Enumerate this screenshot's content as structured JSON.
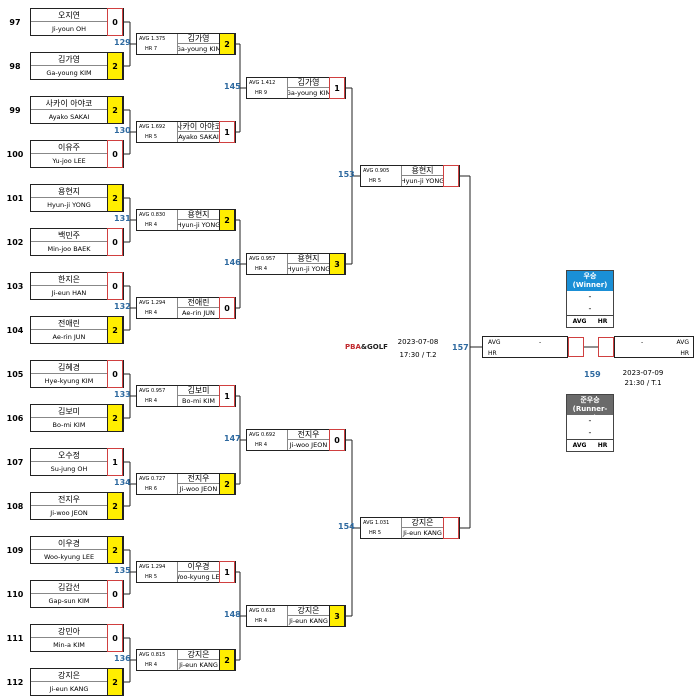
{
  "round1": [
    {
      "seed": "97",
      "name": "오지연",
      "ename": "Ji-youn OH",
      "score": "0",
      "winner": false
    },
    {
      "seed": "98",
      "name": "김가영",
      "ename": "Ga-young KIM",
      "score": "2",
      "winner": true
    },
    {
      "seed": "99",
      "name": "사카이 아야코",
      "ename": "Ayako SAKAI",
      "score": "2",
      "winner": true
    },
    {
      "seed": "100",
      "name": "이유주",
      "ename": "Yu-joo LEE",
      "score": "0",
      "winner": false
    },
    {
      "seed": "101",
      "name": "용현지",
      "ename": "Hyun-ji YONG",
      "score": "2",
      "winner": true
    },
    {
      "seed": "102",
      "name": "백민주",
      "ename": "Min-joo BAEK",
      "score": "0",
      "winner": false
    },
    {
      "seed": "103",
      "name": "한지은",
      "ename": "Ji-eun HAN",
      "score": "0",
      "winner": false
    },
    {
      "seed": "104",
      "name": "전애린",
      "ename": "Ae-rin JUN",
      "score": "2",
      "winner": true
    },
    {
      "seed": "105",
      "name": "김혜경",
      "ename": "Hye-kyung KIM",
      "score": "0",
      "winner": false
    },
    {
      "seed": "106",
      "name": "김보미",
      "ename": "Bo-mi KIM",
      "score": "2",
      "winner": true
    },
    {
      "seed": "107",
      "name": "오수정",
      "ename": "Su-jung OH",
      "score": "1",
      "winner": false
    },
    {
      "seed": "108",
      "name": "전지우",
      "ename": "Ji-woo JEON",
      "score": "2",
      "winner": true
    },
    {
      "seed": "109",
      "name": "이우경",
      "ename": "Woo-kyung LEE",
      "score": "2",
      "winner": true
    },
    {
      "seed": "110",
      "name": "김갑선",
      "ename": "Gap-sun KIM",
      "score": "0",
      "winner": false
    },
    {
      "seed": "111",
      "name": "강민아",
      "ename": "Min-a KIM",
      "score": "0",
      "winner": false
    },
    {
      "seed": "112",
      "name": "강지은",
      "ename": "Ji-eun KANG",
      "score": "2",
      "winner": true
    }
  ],
  "round2": [
    {
      "match": "129",
      "avg": "AVG 1.375",
      "hr": "HR 7",
      "name": "김가영",
      "ename": "Ga-young KIM",
      "score": "2",
      "winner": true
    },
    {
      "match": "130",
      "avg": "AVG 1.692",
      "hr": "HR 5",
      "name": "사카이 아야코",
      "ename": "Ayako SAKAI",
      "score": "1",
      "winner": false
    },
    {
      "match": "131",
      "avg": "AVG 0.830",
      "hr": "HR 4",
      "name": "용현지",
      "ename": "Hyun-ji YONG",
      "score": "2",
      "winner": true
    },
    {
      "match": "132",
      "avg": "AVG 1.294",
      "hr": "HR 4",
      "name": "전애린",
      "ename": "Ae-rin JUN",
      "score": "0",
      "winner": false
    },
    {
      "match": "133",
      "avg": "AVG 0.957",
      "hr": "HR 4",
      "name": "김보미",
      "ename": "Bo-mi KIM",
      "score": "1",
      "winner": false
    },
    {
      "match": "134",
      "avg": "AVG 0.727",
      "hr": "HR 6",
      "name": "전지우",
      "ename": "Ji-woo JEON",
      "score": "2",
      "winner": true
    },
    {
      "match": "135",
      "avg": "AVG 1.294",
      "hr": "HR 5",
      "name": "이우경",
      "ename": "Woo-kyung LEE",
      "score": "1",
      "winner": false
    },
    {
      "match": "136",
      "avg": "AVG 0.815",
      "hr": "HR 4",
      "name": "강지은",
      "ename": "Ji-eun KANG",
      "score": "2",
      "winner": true
    }
  ],
  "round3": [
    {
      "match": "145",
      "avg": "AVG 1.412",
      "hr": "HR 9",
      "name": "김가영",
      "ename": "Ga-young KIM",
      "score": "1",
      "winner": false
    },
    {
      "match": "146",
      "avg": "AVG 0.957",
      "hr": "HR 4",
      "name": "용현지",
      "ename": "Hyun-ji YONG",
      "score": "3",
      "winner": true
    },
    {
      "match": "147",
      "avg": "AVG 0.692",
      "hr": "HR 4",
      "name": "전지우",
      "ename": "Ji-woo JEON",
      "score": "0",
      "winner": false
    },
    {
      "match": "148",
      "avg": "AVG 0.618",
      "hr": "HR 4",
      "name": "강지은",
      "ename": "Ji-eun KANG",
      "score": "3",
      "winner": true
    }
  ],
  "round4": [
    {
      "match": "153",
      "avg": "AVG 0.905",
      "hr": "HR 5",
      "name": "용현지",
      "ename": "Hyun-ji YONG"
    },
    {
      "match": "154",
      "avg": "AVG 1.031",
      "hr": "HR 5",
      "name": "강지은",
      "ename": "Ji-eun KANG"
    }
  ],
  "final": {
    "match_no": "157",
    "left": {
      "avg_label": "AVG",
      "avg_value": "-",
      "hr_label": "HR"
    },
    "right": {
      "avg_label": "AVG",
      "avg_value": "-",
      "hr_label": "HR"
    },
    "semifinal_date": "2023-07-08",
    "semifinal_time": "17:30 / T.2",
    "final_match_no": "159",
    "final_date": "2023-07-09",
    "final_time": "21:30 / T.1"
  },
  "logo": {
    "brand": "PBA",
    "sub": "&GOLF"
  },
  "winner_box": {
    "title": "우승",
    "subtitle": "(Winner)",
    "line1": "-",
    "line2": "-",
    "avg": "AVG",
    "hr": "HR",
    "color": "#1a8fd6"
  },
  "runnerup_box": {
    "title": "준우승",
    "subtitle": "(Runner-up)",
    "line1": "-",
    "line2": "-",
    "avg": "AVG",
    "hr": "HR",
    "color": "#6a6a6a"
  }
}
